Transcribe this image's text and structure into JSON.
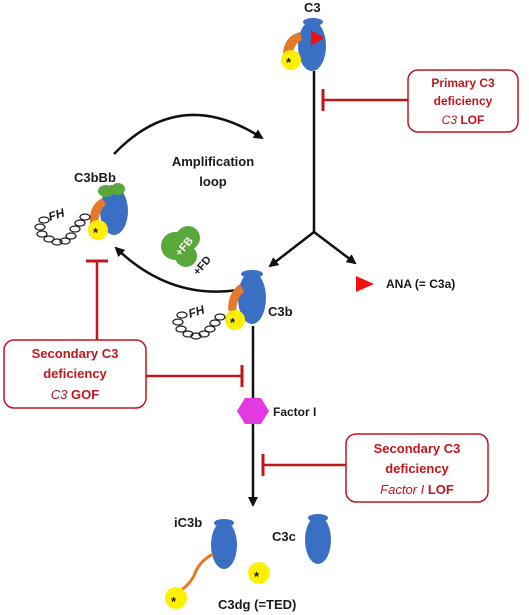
{
  "labels": {
    "c3": "C3",
    "c3bbb": "C3bBb",
    "amplification_1": "Amplification",
    "amplification_2": "loop",
    "fb": "+FB",
    "fd": "+FD",
    "fh_left": "FH",
    "fh_center": "FH",
    "c3b": "C3b",
    "ana": "ANA (= C3a)",
    "factor_i": "Factor I",
    "ic3b": "iC3b",
    "c3c": "C3c",
    "c3dg": "C3dg (=TED)",
    "star": "*"
  },
  "boxes": {
    "primary": {
      "line1": "Primary C3",
      "line2": "deficiency",
      "line3_italic": "C3",
      "line3_rest": " LOF"
    },
    "secondary_gof": {
      "line1": "Secondary C3",
      "line2": "deficiency",
      "line3_italic": "C3",
      "line3_rest": " GOF"
    },
    "secondary_factor_i": {
      "line1": "Secondary  C3",
      "line2": "deficiency",
      "line3_italic": "Factor I",
      "line3_rest": " LOF"
    }
  },
  "colors": {
    "protein_blue": "#3a6fc4",
    "orange": "#e8782a",
    "yellow": "#ffef00",
    "green": "#5aa83c",
    "red_accent": "#ee1111",
    "inhibit_red": "#c0161c",
    "factor_i_magenta": "#e23ae0",
    "arrow_black": "#111111"
  }
}
